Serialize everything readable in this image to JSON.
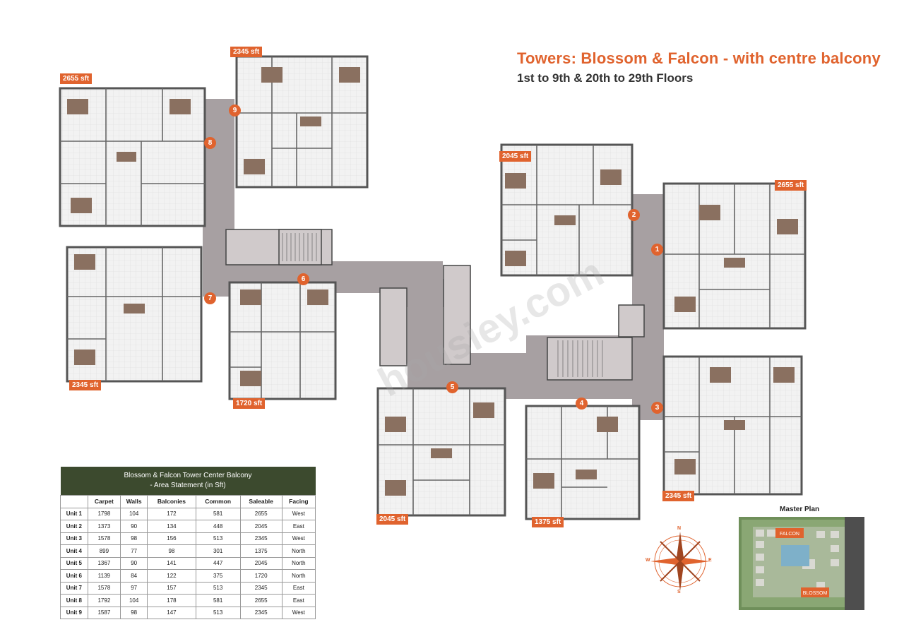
{
  "header": {
    "title": "Towers: Blossom & Falcon - with centre balcony",
    "subtitle": "1st to 9th & 20th to 29th Floors"
  },
  "colors": {
    "accent": "#e0632e",
    "table_header": "#3c4a2e",
    "corridor": "#a7a0a2"
  },
  "units": [
    {
      "num": "1",
      "area": "2655 sft"
    },
    {
      "num": "2",
      "area": "2045 sft"
    },
    {
      "num": "3",
      "area": "2345 sft"
    },
    {
      "num": "4",
      "area": "1375 sft"
    },
    {
      "num": "5",
      "area": "2045 sft"
    },
    {
      "num": "6",
      "area": "1720 sft"
    },
    {
      "num": "7",
      "area": "2345 sft"
    },
    {
      "num": "8",
      "area": "2655 sft"
    },
    {
      "num": "9",
      "area": "2345 sft"
    }
  ],
  "area_statement": {
    "title_line1": "Blossom & Falcon Tower Center Balcony",
    "title_line2": "- Area Statement (in Sft)",
    "columns": [
      "",
      "Carpet",
      "Walls",
      "Balconies",
      "Common",
      "Saleable",
      "Facing"
    ],
    "rows": [
      [
        "Unit 1",
        "1798",
        "104",
        "172",
        "581",
        "2655",
        "West"
      ],
      [
        "Unit 2",
        "1373",
        "90",
        "134",
        "448",
        "2045",
        "East"
      ],
      [
        "Unit 3",
        "1578",
        "98",
        "156",
        "513",
        "2345",
        "West"
      ],
      [
        "Unit 4",
        "899",
        "77",
        "98",
        "301",
        "1375",
        "North"
      ],
      [
        "Unit 5",
        "1367",
        "90",
        "141",
        "447",
        "2045",
        "North"
      ],
      [
        "Unit 6",
        "1139",
        "84",
        "122",
        "375",
        "1720",
        "North"
      ],
      [
        "Unit 7",
        "1578",
        "97",
        "157",
        "513",
        "2345",
        "East"
      ],
      [
        "Unit 8",
        "1792",
        "104",
        "178",
        "581",
        "2655",
        "East"
      ],
      [
        "Unit 9",
        "1587",
        "98",
        "147",
        "513",
        "2345",
        "West"
      ]
    ]
  },
  "master_plan": {
    "title": "Master Plan",
    "labels": [
      "FALCON",
      "BLOSSOM"
    ]
  },
  "compass": {
    "n": "N",
    "s": "S",
    "e": "E",
    "w": "W"
  },
  "watermark": "housiey.com"
}
